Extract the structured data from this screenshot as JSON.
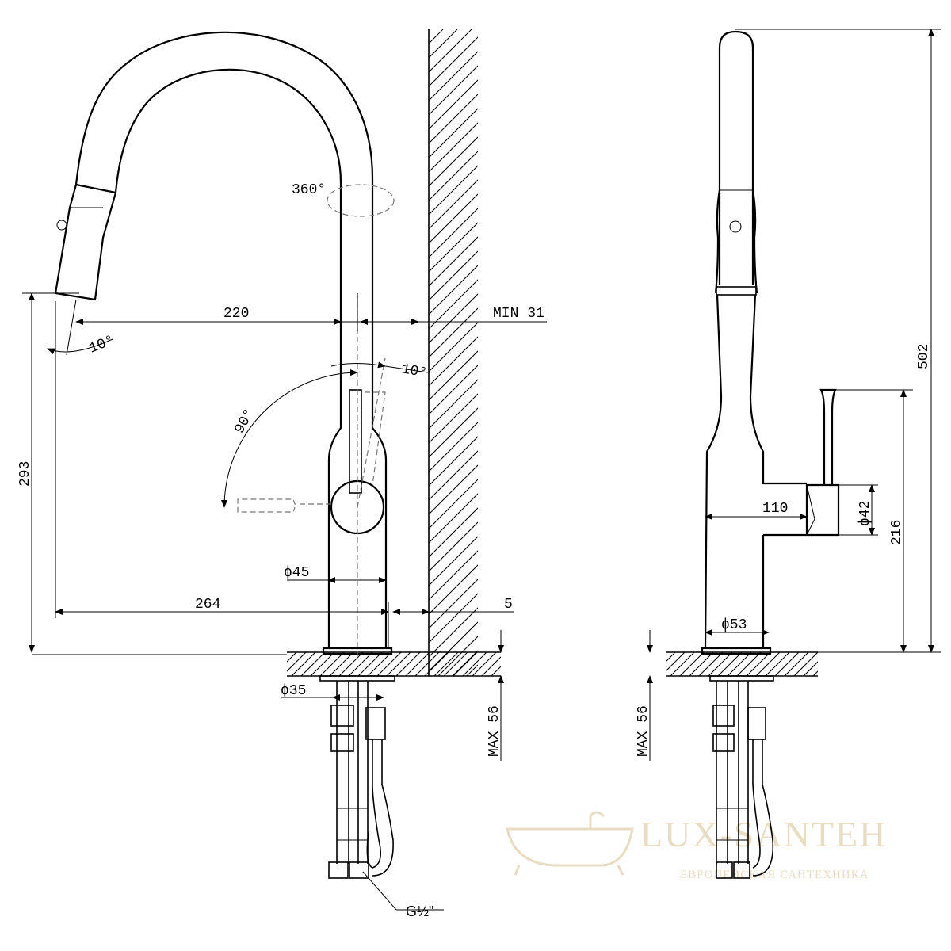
{
  "front_view": {
    "dim_reach": "220",
    "dim_wall": "MIN 31",
    "dim_spout_angle": "10°",
    "dim_lever_tilt": "10°",
    "dim_lever_rotation": "90°",
    "dim_swivel": "360°",
    "dim_height": "293",
    "dim_body_dia": "ϕ45",
    "dim_base_reach": "264",
    "dim_gap": "5",
    "dim_shank_dia": "ϕ35",
    "dim_max_deck": "MAX 56",
    "connection_label": "G½\""
  },
  "side_view": {
    "dim_total_height": "502",
    "dim_handle_height": "216",
    "dim_handle_dia": "ϕ42",
    "dim_handle_offset": "110",
    "dim_base_dia": "ϕ53",
    "dim_max_deck": "MAX 56"
  },
  "watermark": {
    "brand": "LUX-SANTEH",
    "tagline": "ЕВРОПЕЙСКАЯ САНТЕХНИКА",
    "color": "#e8dcc2"
  }
}
